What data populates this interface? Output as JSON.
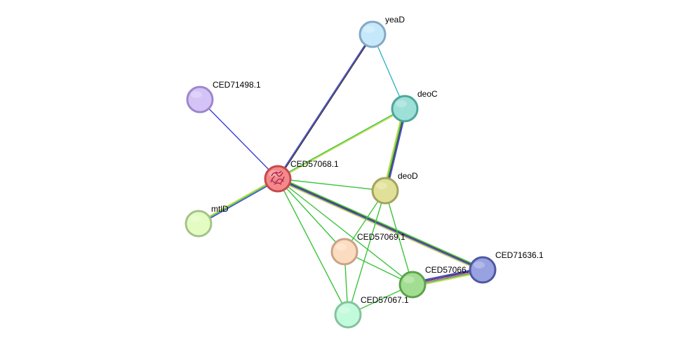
{
  "network": {
    "center_node": "CED57068.1",
    "nodes": [
      {
        "id": "yeaD",
        "label": "yeaD",
        "fill": "#c6e8fb",
        "stroke": "#86a8c2"
      },
      {
        "id": "CED71498.1",
        "label": "CED71498.1",
        "fill": "#d3c3f6",
        "stroke": "#9e86cc"
      },
      {
        "id": "deoC",
        "label": "deoC",
        "fill": "#9de0d8",
        "stroke": "#4ea59b"
      },
      {
        "id": "CED57068.1",
        "label": "CED57068.1",
        "fill": "#f4888a",
        "stroke": "#c54a4d",
        "has_structure_image": true
      },
      {
        "id": "deoD",
        "label": "deoD",
        "fill": "#e0e098",
        "stroke": "#a4a45c"
      },
      {
        "id": "mtlD",
        "label": "mtlD",
        "fill": "#e2fcc2",
        "stroke": "#a6c28a"
      },
      {
        "id": "CED57069.1",
        "label": "CED57069.1",
        "fill": "#fcdcc0",
        "stroke": "#c9a484"
      },
      {
        "id": "CED71636.1",
        "label": "CED71636.1",
        "fill": "#98a2e0",
        "stroke": "#4e58a3"
      },
      {
        "id": "CED57066.1",
        "label": "CED57066.",
        "fill": "#a2de92",
        "stroke": "#5ca24c"
      },
      {
        "id": "CED57067.1",
        "label": "CED57067.1",
        "fill": "#c2fadc",
        "stroke": "#84c29e"
      }
    ],
    "edges": [
      {
        "source": "CED57068.1",
        "target": "yeaD",
        "colors": [
          "#3d3dd8",
          "#2f2f2f"
        ]
      },
      {
        "source": "yeaD",
        "target": "deoC",
        "colors": [
          "#36b4c0"
        ]
      },
      {
        "source": "CED57068.1",
        "target": "CED71498.1",
        "colors": [
          "#3d3dd8"
        ]
      },
      {
        "source": "CED57068.1",
        "target": "deoC",
        "colors": [
          "#3cc43c",
          "#c8d848"
        ]
      },
      {
        "source": "deoC",
        "target": "deoD",
        "colors": [
          "#3d3dd8",
          "#2f2f2f",
          "#3cc43c",
          "#c8d848"
        ]
      },
      {
        "source": "CED57068.1",
        "target": "deoD",
        "colors": [
          "#3cc43c"
        ]
      },
      {
        "source": "CED57068.1",
        "target": "mtlD",
        "colors": [
          "#3d3dd8",
          "#3cc43c",
          "#c8d848"
        ]
      },
      {
        "source": "CED57068.1",
        "target": "CED57069.1",
        "colors": [
          "#3cc43c"
        ]
      },
      {
        "source": "CED57068.1",
        "target": "CED71636.1",
        "colors": [
          "#3cc43c",
          "#2f2f2f",
          "#3d3dd8",
          "#c8d848"
        ]
      },
      {
        "source": "CED57068.1",
        "target": "CED57066.1",
        "colors": [
          "#3cc43c"
        ]
      },
      {
        "source": "CED57068.1",
        "target": "CED57067.1",
        "colors": [
          "#3cc43c"
        ]
      },
      {
        "source": "deoD",
        "target": "CED57069.1",
        "colors": [
          "#3cc43c"
        ]
      },
      {
        "source": "deoD",
        "target": "CED57066.1",
        "colors": [
          "#3cc43c"
        ]
      },
      {
        "source": "deoD",
        "target": "CED57067.1",
        "colors": [
          "#3cc43c"
        ]
      },
      {
        "source": "CED57069.1",
        "target": "CED57066.1",
        "colors": [
          "#3cc43c"
        ]
      },
      {
        "source": "CED57069.1",
        "target": "CED57067.1",
        "colors": [
          "#3cc43c"
        ]
      },
      {
        "source": "CED57066.1",
        "target": "CED57067.1",
        "colors": [
          "#3cc43c"
        ]
      },
      {
        "source": "CED57066.1",
        "target": "CED71636.1",
        "colors": [
          "#3d3dd8",
          "#2f2f2f",
          "#c03cc0",
          "#3cc43c",
          "#c8d848"
        ]
      }
    ]
  }
}
